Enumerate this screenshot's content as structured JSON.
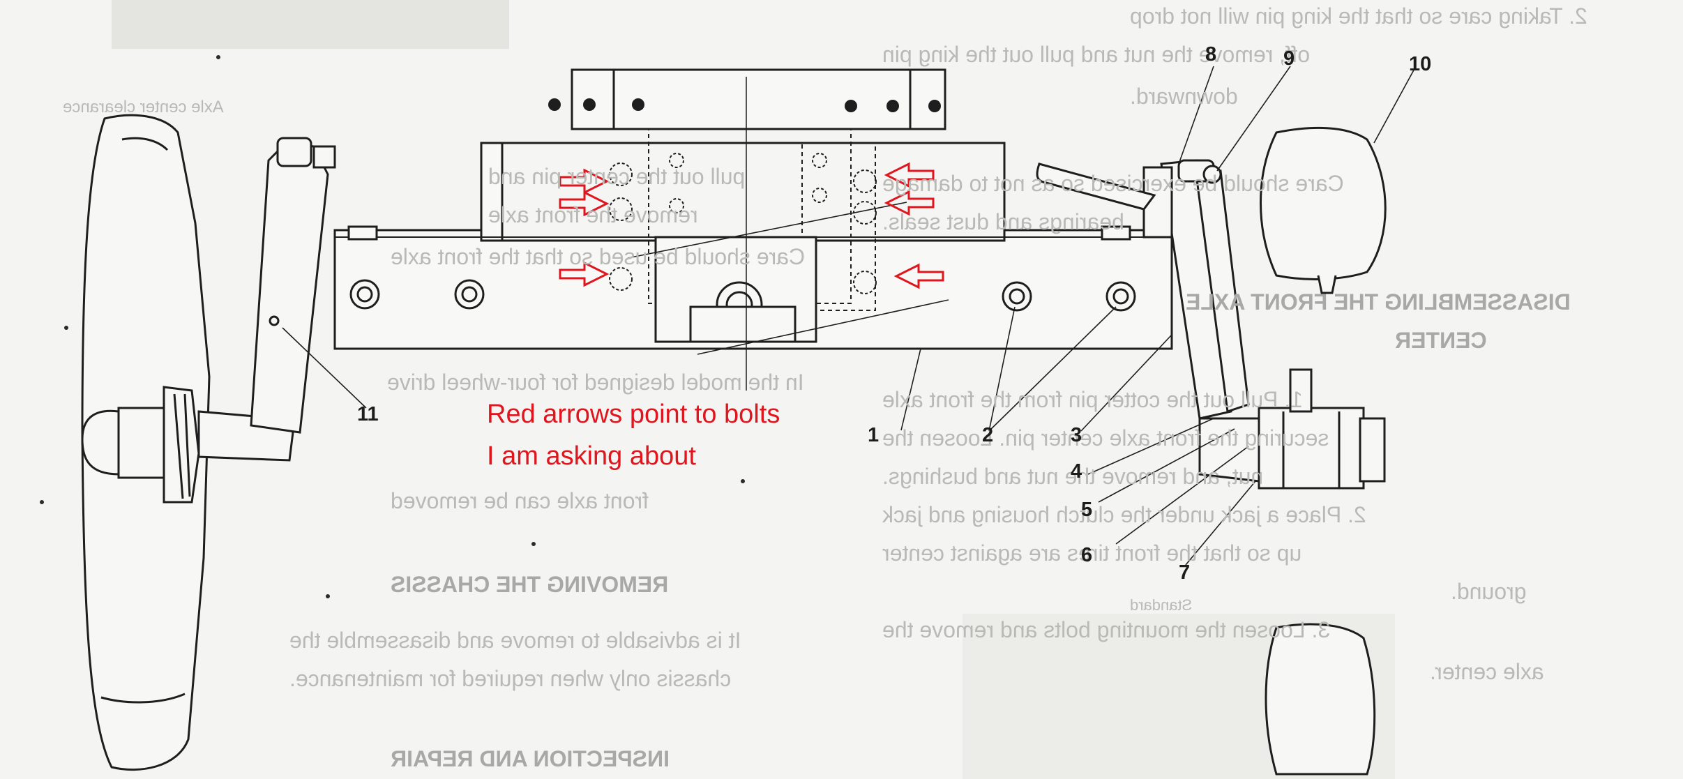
{
  "annotation": {
    "line1": "Red arrows point to bolts",
    "line2": "I am asking about",
    "color": "#e0161e"
  },
  "callouts": [
    "1",
    "2",
    "3",
    "4",
    "5",
    "6",
    "7",
    "8",
    "9",
    "10",
    "11"
  ],
  "bleed_through_text": [
    "2. Taking care so that the king pin will not drop",
    "off, remove the nut and pull out the king pin",
    "downward.",
    "Care should be exercised so as not to damage",
    "bearings and dust seals.",
    "DISASSEMBLING THE FRONT AXLE",
    "CENTER",
    "1. Pull out the cotter pin from the front axle",
    "securing the front axle center pin. Loosen the",
    "nut, and remove the nut and bushings.",
    "2. Place a jack under the clutch housing and jack",
    "up so that the front tires are against center",
    "ground.",
    "3. Loosen the mounting bolts and remove the",
    "axle center.",
    "Axle center clearance",
    "Standard",
    "pull out the center pin and",
    "remove the front axle",
    "Care should be used so that the front axle",
    "In the model designed for four-wheel drive",
    "front axle can be removed",
    "REMOVING THE CHASSIS",
    "It is advisable to remove and disassemble the",
    "chassis only when required for maintenance.",
    "INSPECTION AND REPAIR"
  ]
}
